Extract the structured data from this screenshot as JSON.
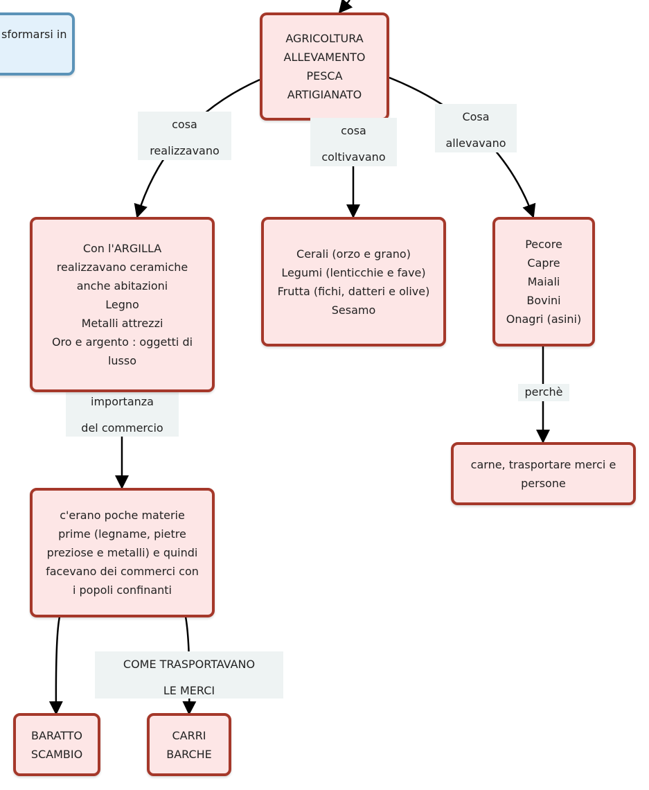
{
  "nodes": {
    "partial": "sformarsi in",
    "main": "AGRICOLTURA\nALLEVAMENTO\nPESCA\nARTIGIANATO",
    "artigianato": "Con l'ARGILLA\nrealizzavano ceramiche\nanche abitazioni\nLegno\nMetalli attrezzi\nOro e argento : oggetti di\nlusso",
    "coltivazioni": "Cerali (orzo e grano)\nLegumi (lenticchie e fave)\nFrutta (fichi, datteri e olive)\nSesamo",
    "allevamento": "Pecore\nCapre\nMaiali\nBovini\nOnagri (asini)",
    "uso_animali": "carne, trasportare merci e\npersone",
    "materie_prime": "c'erano poche materie\nprime (legname, pietre\npreziose e metalli) e quindi\nfacevano dei commerci con\ni popoli confinanti",
    "baratto": "BARATTO\nSCAMBIO",
    "carri": "CARRI\nBARCHE"
  },
  "labels": {
    "realizzavano": "cosa\nrealizzavano",
    "coltivavano": "cosa\ncoltivavano",
    "allevavano": "Cosa\nallevavano",
    "perche": "perchè",
    "importanza": "importanza\ndel commercio",
    "trasporto": "COME TRASPORTAVANO\nLE MERCI"
  },
  "colors": {
    "node_fill": "#fde6e6",
    "node_border": "#a5382a",
    "blue_fill": "#e3f1fb",
    "blue_border": "#5b93b8",
    "label_bg": "#eef3f3",
    "connector": "#000000"
  }
}
